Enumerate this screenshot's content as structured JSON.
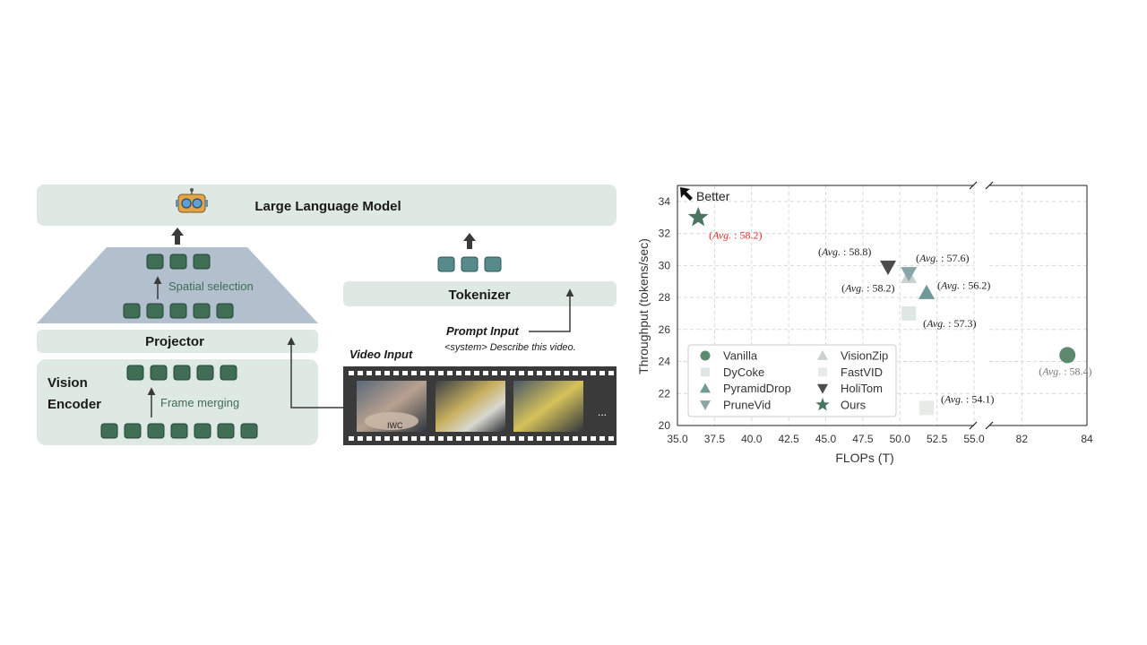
{
  "diagram": {
    "llm_label": "Large Language Model",
    "projector_label": "Projector",
    "spatial_label": "Spatial selection",
    "vision_label_1": "Vision",
    "vision_label_2": "Encoder",
    "frame_merging_label": "Frame merging",
    "tokenizer_label": "Tokenizer",
    "prompt_input_label": "Prompt Input",
    "prompt_text": "<system> Describe this video.",
    "video_input_label": "Video Input",
    "ellipsis": "...",
    "frame_overlay_text": "IWC",
    "colors": {
      "panel": "#dfe9e3",
      "token": "#3f6e55",
      "token_tokenizer": "#568a8b",
      "trapezoid": "#b2c0ce",
      "film": "#3a3a3a",
      "arrow": "#3a3a3a"
    }
  },
  "chart_data": {
    "type": "scatter",
    "title": "",
    "xlabel": "FLOPs (T)",
    "ylabel": "Throughput (tokens/sec)",
    "better_label": "Better",
    "x_segments": [
      {
        "range": [
          35.0,
          55.0
        ],
        "ticks": [
          "35.0",
          "37.5",
          "40.0",
          "42.5",
          "45.0",
          "47.5",
          "50.0",
          "52.5",
          "55.0"
        ]
      },
      {
        "range": [
          81,
          84
        ],
        "ticks": [
          "82",
          "84"
        ]
      }
    ],
    "ylim": [
      20,
      35
    ],
    "yticks": [
      "20",
      "22",
      "24",
      "26",
      "28",
      "30",
      "32",
      "34"
    ],
    "grid": true,
    "legend_position": "lower-left",
    "series": [
      {
        "name": "Vanilla",
        "marker": "circle",
        "color": "#5d8a6e",
        "x": 83.4,
        "y": 24.4,
        "annotation": "(Avg. : 58.4)",
        "ann_color": "#777777"
      },
      {
        "name": "DyCoke",
        "marker": "square",
        "color": "#dfe6e3",
        "x": 50.6,
        "y": 27.0,
        "annotation": "(Avg. : 57.3)",
        "ann_color": "#222222"
      },
      {
        "name": "PyramidDrop",
        "marker": "triangle-up",
        "color": "#6f9a98",
        "x": 51.8,
        "y": 28.3,
        "annotation": "(Avg. : 56.2)",
        "ann_color": "#222222"
      },
      {
        "name": "PruneVid",
        "marker": "triangle-down",
        "color": "#8aa5a8",
        "x": 50.6,
        "y": 29.5,
        "annotation": "(Avg. : 58.2)",
        "ann_color": "#222222"
      },
      {
        "name": "VisionZip",
        "marker": "triangle-up",
        "color": "#c9d2ce",
        "x": 50.6,
        "y": 29.3,
        "annotation": "(Avg. : 57.6)",
        "ann_color": "#222222"
      },
      {
        "name": "FastVID",
        "marker": "square",
        "color": "#e6ebe8",
        "x": 51.8,
        "y": 21.1,
        "annotation": "(Avg. : 54.1)",
        "ann_color": "#222222"
      },
      {
        "name": "HoliTom",
        "marker": "triangle-down",
        "color": "#4c4c4c",
        "x": 49.2,
        "y": 29.9,
        "annotation": "(Avg. : 58.8)",
        "ann_color": "#222222"
      },
      {
        "name": "Ours",
        "marker": "star",
        "color": "#4a7560",
        "x": 36.4,
        "y": 33.0,
        "annotation": "(Avg. : 58.2)",
        "ann_color": "#e0302a"
      }
    ]
  }
}
